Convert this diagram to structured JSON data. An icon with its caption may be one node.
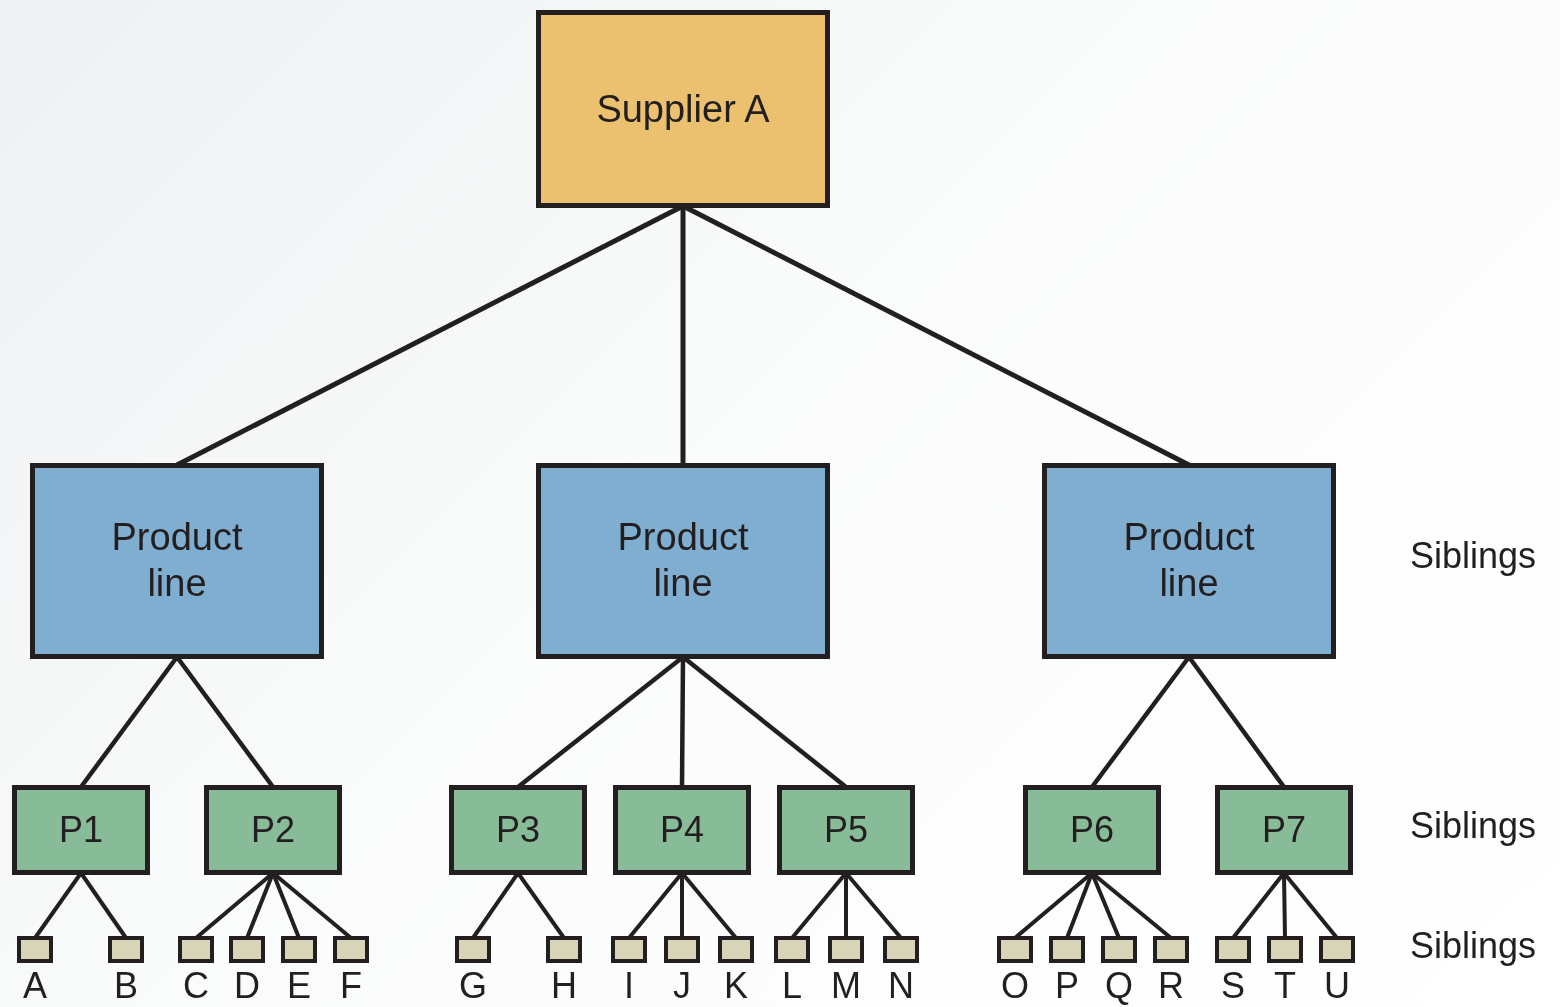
{
  "diagram": {
    "nodes": [
      {
        "text": [
          "Supplier A"
        ]
      },
      {
        "text": [
          "Product line"
        ]
      },
      {
        "text": [
          "Product line"
        ]
      },
      {
        "text": [
          "Product line"
        ]
      },
      {
        "text": [
          "P1"
        ]
      },
      {
        "text": [
          "P2"
        ]
      },
      {
        "text": [
          "P3"
        ]
      },
      {
        "text": [
          "P4"
        ]
      },
      {
        "text": [
          "P5"
        ]
      },
      {
        "text": [
          "P6"
        ]
      },
      {
        "text": [
          "P7"
        ]
      },
      {
        "text": [],
        "shape": "box",
        "beside": [
          "A"
        ]
      },
      {
        "text": [],
        "shape": "box",
        "beside": [
          "B"
        ]
      },
      {
        "text": [],
        "shape": "box",
        "beside": [
          "C"
        ]
      },
      {
        "text": [],
        "shape": "box",
        "beside": [
          "D"
        ]
      },
      {
        "text": [],
        "shape": "box",
        "beside": [
          "E"
        ]
      },
      {
        "text": [],
        "shape": "box",
        "beside": [
          "F"
        ]
      },
      {
        "text": [],
        "shape": "box",
        "beside": [
          "G"
        ]
      },
      {
        "text": [],
        "shape": "box",
        "beside": [
          "H"
        ]
      },
      {
        "text": [],
        "shape": "box",
        "beside": [
          "I"
        ]
      },
      {
        "text": [],
        "shape": "box",
        "beside": [
          "J"
        ]
      },
      {
        "text": [],
        "shape": "box",
        "beside": [
          "K"
        ]
      },
      {
        "text": [],
        "shape": "box",
        "beside": [
          "L"
        ]
      },
      {
        "text": [],
        "shape": "box",
        "beside": [
          "M"
        ]
      },
      {
        "text": [],
        "shape": "box",
        "beside": [
          "N"
        ]
      },
      {
        "text": [],
        "shape": "box",
        "beside": [
          "O"
        ]
      },
      {
        "text": [],
        "shape": "box",
        "beside": [
          "P"
        ]
      },
      {
        "text": [],
        "shape": "box",
        "beside": [
          "Q"
        ]
      },
      {
        "text": [],
        "shape": "box",
        "beside": [
          "R"
        ]
      },
      {
        "text": [],
        "shape": "box",
        "beside": [
          "S"
        ]
      },
      {
        "text": [],
        "shape": "box",
        "beside": [
          "T"
        ]
      },
      {
        "text": [],
        "shape": "box",
        "beside": [
          "U"
        ]
      }
    ],
    "edges": [
      {
        "from": 0,
        "to": 1,
        "arrow": "none"
      },
      {
        "from": 0,
        "to": 2,
        "arrow": "none"
      },
      {
        "from": 0,
        "to": 3,
        "arrow": "none"
      },
      {
        "from": 1,
        "to": 4,
        "arrow": "none"
      },
      {
        "from": 1,
        "to": 5,
        "arrow": "none"
      },
      {
        "from": 2,
        "to": 6,
        "arrow": "none"
      },
      {
        "from": 2,
        "to": 7,
        "arrow": "none"
      },
      {
        "from": 2,
        "to": 8,
        "arrow": "none"
      },
      {
        "from": 3,
        "to": 9,
        "arrow": "none"
      },
      {
        "from": 3,
        "to": 10,
        "arrow": "none"
      },
      {
        "from": 4,
        "to": 11,
        "arrow": "none"
      },
      {
        "from": 4,
        "to": 12,
        "arrow": "none"
      },
      {
        "from": 5,
        "to": 13,
        "arrow": "none"
      },
      {
        "from": 5,
        "to": 14,
        "arrow": "none"
      },
      {
        "from": 5,
        "to": 15,
        "arrow": "none"
      },
      {
        "from": 5,
        "to": 16,
        "arrow": "none"
      },
      {
        "from": 6,
        "to": 17,
        "arrow": "none"
      },
      {
        "from": 6,
        "to": 18,
        "arrow": "none"
      },
      {
        "from": 7,
        "to": 19,
        "arrow": "none"
      },
      {
        "from": 7,
        "to": 20,
        "arrow": "none"
      },
      {
        "from": 7,
        "to": 21,
        "arrow": "none"
      },
      {
        "from": 8,
        "to": 22,
        "arrow": "none"
      },
      {
        "from": 8,
        "to": 23,
        "arrow": "none"
      },
      {
        "from": 8,
        "to": 24,
        "arrow": "none"
      },
      {
        "from": 9,
        "to": 25,
        "arrow": "none"
      },
      {
        "from": 9,
        "to": 26,
        "arrow": "none"
      },
      {
        "from": 9,
        "to": 27,
        "arrow": "none"
      },
      {
        "from": 9,
        "to": 28,
        "arrow": "none"
      },
      {
        "from": 10,
        "to": 29,
        "arrow": "none"
      },
      {
        "from": 10,
        "to": 30,
        "arrow": "none"
      },
      {
        "from": 10,
        "to": 31,
        "arrow": "none"
      }
    ],
    "labels": [
      "Siblings",
      "Siblings",
      "Siblings"
    ]
  }
}
